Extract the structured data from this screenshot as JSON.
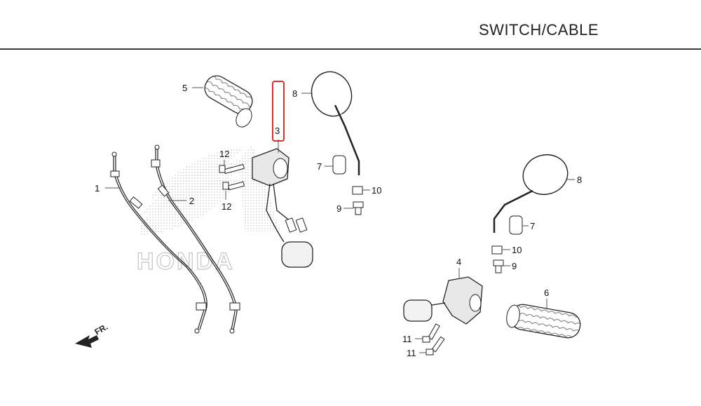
{
  "title": "SWITCH/CABLE",
  "direction_label": "FR.",
  "watermark": "HONDA",
  "highlight_color": "#d9302c",
  "callouts": {
    "c1": "1",
    "c2": "2",
    "c3": "3",
    "c4": "4",
    "c5": "5",
    "c6": "6",
    "c7a": "7",
    "c7b": "7",
    "c8a": "8",
    "c8b": "8",
    "c9a": "9",
    "c9b": "9",
    "c10a": "10",
    "c10b": "10",
    "c11a": "11",
    "c11b": "11",
    "c12a": "12",
    "c12b": "12"
  }
}
